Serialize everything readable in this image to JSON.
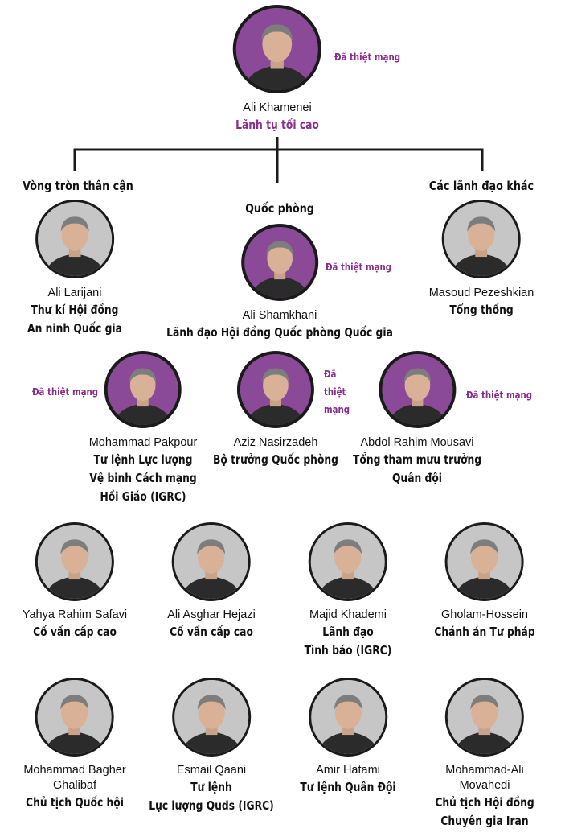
{
  "status_label": "Đã thiệt mạng",
  "groups": {
    "inner_circle": "Vòng tròn thân cận",
    "defense": "Quốc phòng",
    "other_leaders": "Các lãnh đạo khác"
  },
  "people": {
    "khamenei": {
      "name": "Ali Khamenei",
      "role": [
        "Lãnh tụ tối cao"
      ],
      "dead": true
    },
    "larijani": {
      "name": "Ali Larijani",
      "role": [
        "Thư kí Hội đồng",
        "An ninh Quốc gia"
      ],
      "dead": false
    },
    "shamkhani": {
      "name": "Ali Shamkhani",
      "role": [
        "Lãnh đạo Hội đồng Quốc phòng Quốc gia"
      ],
      "dead": true
    },
    "pezeshkian": {
      "name": "Masoud Pezeshkian",
      "role": [
        "Tổng thống"
      ],
      "dead": false
    },
    "pakpour": {
      "name": "Mohammad Pakpour",
      "role": [
        "Tư lệnh Lực lượng",
        "Vệ binh Cách mạng",
        "Hồi Giáo (IGRC)"
      ],
      "dead": true
    },
    "nasirzadeh": {
      "name": "Aziz Nasirzadeh",
      "role": [
        "Bộ trưởng Quốc phòng"
      ],
      "dead": true
    },
    "mousavi": {
      "name": "Abdol Rahim Mousavi",
      "role": [
        "Tổng tham mưu trưởng",
        "Quân đội"
      ],
      "dead": true
    },
    "safavi": {
      "name": "Yahya Rahim Safavi",
      "role": [
        "Cố vấn cấp cao"
      ],
      "dead": false
    },
    "hejazi": {
      "name": "Ali Asghar Hejazi",
      "role": [
        "Cố vấn cấp cao"
      ],
      "dead": false
    },
    "khademi": {
      "name": "Majid Khademi",
      "role": [
        "Lãnh đạo",
        "Tình báo (IGRC)"
      ],
      "dead": false
    },
    "gholam": {
      "name": "Gholam-Hossein",
      "role": [
        "Chánh án Tư pháp"
      ],
      "dead": false
    },
    "ghalibaf": {
      "name": [
        "Mohammad Bagher",
        "Ghalibaf"
      ],
      "role": [
        "Chủ tịch Quốc hội"
      ],
      "dead": false
    },
    "qaani": {
      "name": "Esmail Qaani",
      "role": [
        "Tư lệnh",
        "Lực lượng Quds (IGRC)"
      ],
      "dead": false
    },
    "hatami": {
      "name": "Amir Hatami",
      "role": [
        "Tư lệnh Quân Đội"
      ],
      "dead": false
    },
    "movahedi": {
      "name": [
        "Mohammad-Ali",
        "Movahedi"
      ],
      "role": [
        "Chủ tịch Hội đồng",
        "Chuyên gia Iran"
      ],
      "dead": false
    }
  },
  "colors": {
    "accent": "#8b2c8c",
    "ring": "#1a1a1a",
    "dead_fill": "#8b4a97"
  }
}
